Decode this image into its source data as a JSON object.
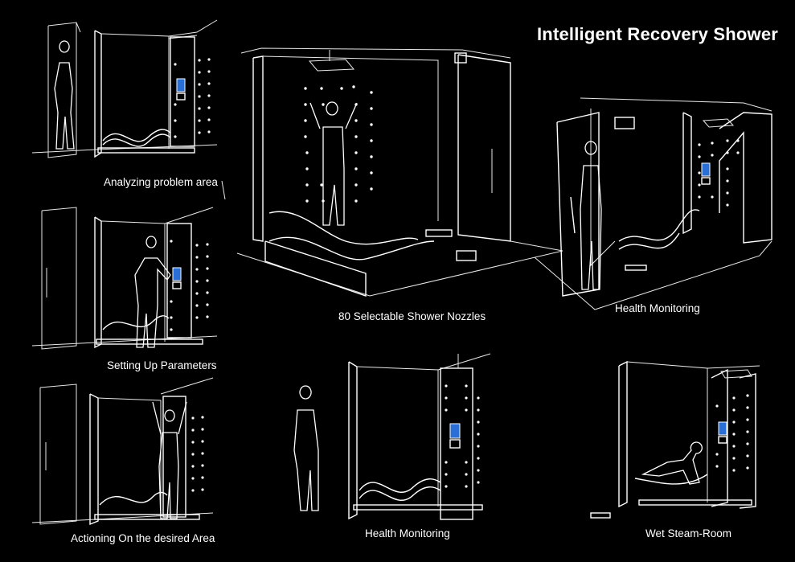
{
  "title": "Intelligent Recovery Shower",
  "captions": {
    "analyzing": "Analyzing problem area",
    "setting_up": "Setting Up Parameters",
    "actioning": "Actioning On the desired Area",
    "nozzles": "80 Selectable Shower Nozzles",
    "health_monitoring_top": "Health Monitoring",
    "health_monitoring_bottom": "Health Monitoring",
    "wet_steam_room": "Wet Steam-Room"
  },
  "colors": {
    "background": "#000000",
    "line": "#ffffff",
    "control_panel_screen": "#2a6fd6"
  }
}
